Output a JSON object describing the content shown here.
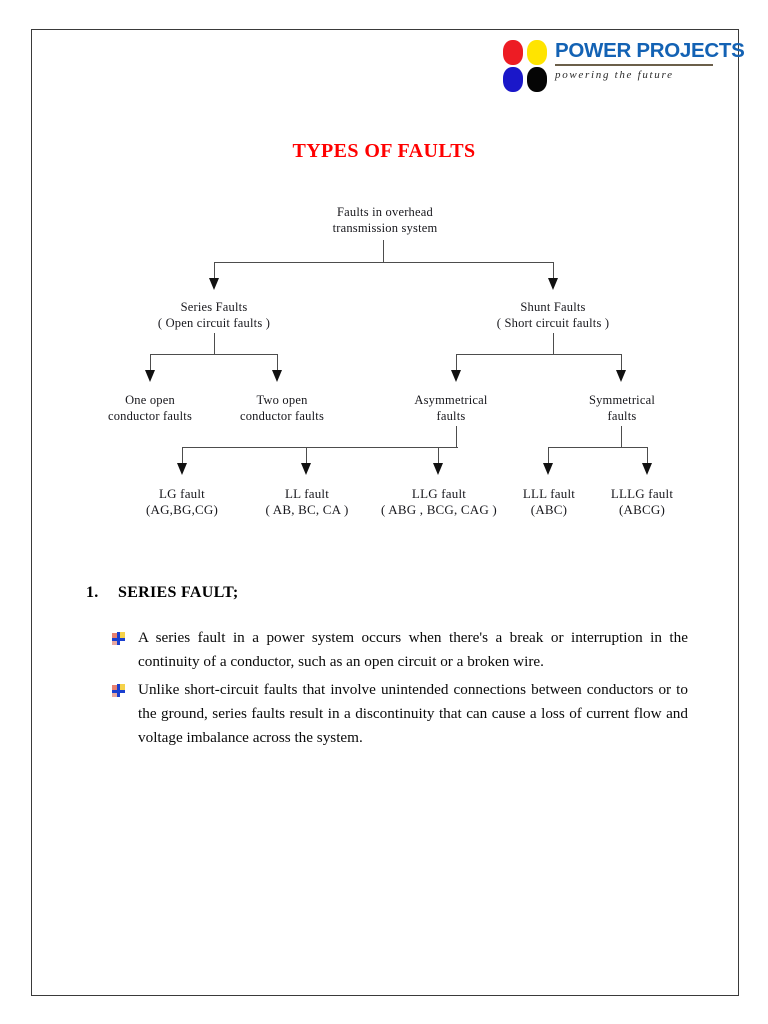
{
  "document": {
    "title": "TYPES OF FAULTS",
    "title_color": "#ff0000"
  },
  "logo": {
    "brand": "POWER PROJECTS",
    "tagline": "powering the future",
    "brand_color": "#1362b4",
    "blob_colors": {
      "top_left": "#ed1c24",
      "top_right": "#ffe400",
      "bottom_left": "#1a17c9",
      "bottom_right": "#050505"
    }
  },
  "diagram": {
    "type": "tree",
    "root": "Faults in overhead\ntransmission system",
    "level2": [
      {
        "label": "Series Faults\n( Open circuit faults )"
      },
      {
        "label": "Shunt Faults\n( Short circuit faults )"
      }
    ],
    "level3": [
      {
        "label": "One open\nconductor faults"
      },
      {
        "label": "Two open\nconductor faults"
      },
      {
        "label": "Asymmetrical\nfaults"
      },
      {
        "label": "Symmetrical\nfaults"
      }
    ],
    "level4": [
      {
        "label": "LG fault\n(AG,BG,CG)"
      },
      {
        "label": "LL fault\n( AB, BC, CA )"
      },
      {
        "label": "LLG fault\n( ABG , BCG, CAG )"
      },
      {
        "label": "LLL fault\n(ABC)"
      },
      {
        "label": "LLLG fault\n(ABCG)"
      }
    ]
  },
  "section": {
    "number": "1.",
    "heading": "SERIES FAULT;",
    "bullets": [
      "A series fault in a power system occurs when there's a break or interruption in the continuity of a conductor, such as an open circuit or a broken wire.",
      "Unlike short-circuit faults that involve unintended connections between conductors or to the ground, series faults result in a discontinuity that can cause a loss of current flow and voltage imbalance across the system."
    ]
  }
}
